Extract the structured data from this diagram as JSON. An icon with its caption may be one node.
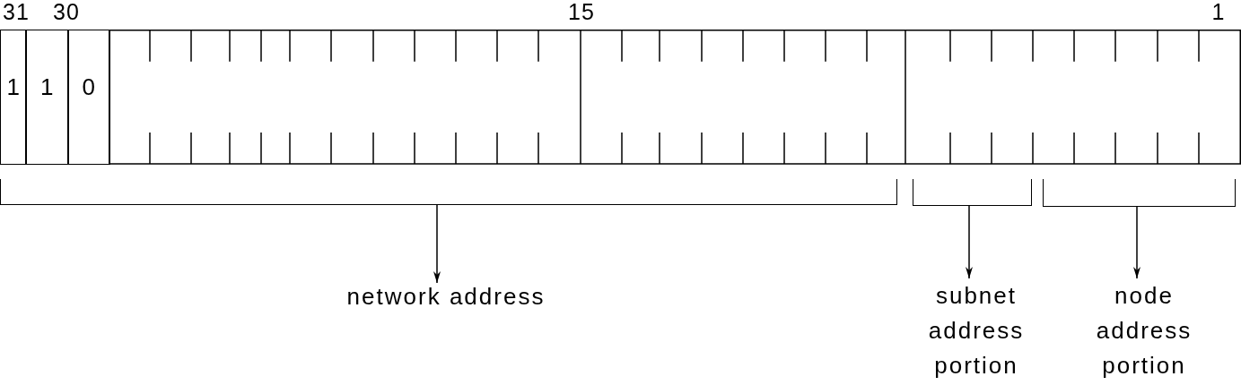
{
  "diagram": {
    "nodes": [
      {
        "text": [
          "1"
        ]
      },
      {
        "text": [
          "1"
        ]
      },
      {
        "text": [
          "0"
        ]
      },
      {
        "text": [],
        "shape": "bracket"
      },
      {
        "text": [],
        "shape": "bracket"
      },
      {
        "text": [],
        "shape": "bracket"
      },
      {
        "text": [
          "network address"
        ]
      },
      {
        "text": [
          "subnet address portion"
        ]
      },
      {
        "text": [
          "node address portion"
        ]
      }
    ],
    "edges": [
      {
        "from": 3,
        "to": 6,
        "arrow": "to"
      },
      {
        "from": 4,
        "to": 7,
        "arrow": "to"
      },
      {
        "from": 5,
        "to": 8,
        "arrow": "to"
      }
    ],
    "labels": [
      "31",
      "30",
      "15",
      "1"
    ]
  }
}
